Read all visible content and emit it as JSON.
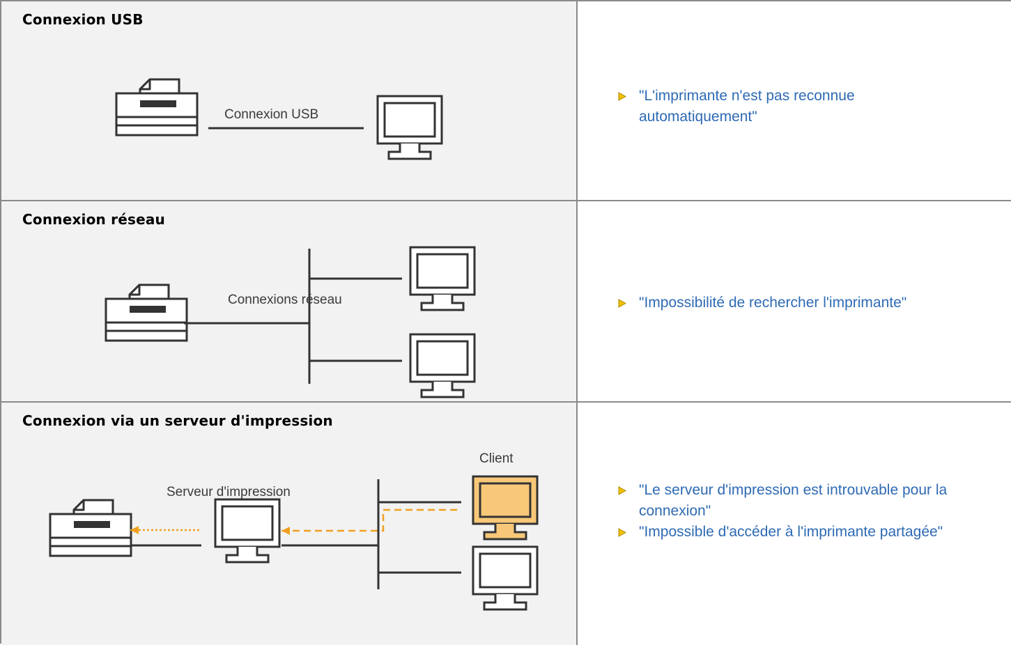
{
  "sections": [
    {
      "heading": "Connexion USB",
      "diagram_label": "Connexion USB",
      "links": [
        "\"L'imprimante n'est pas reconnue automatiquement\""
      ]
    },
    {
      "heading": "Connexion réseau",
      "diagram_label": "Connexions réseau",
      "links": [
        "\"Impossibilité de rechercher l'imprimante\""
      ]
    },
    {
      "heading": "Connexion via un serveur d'impression",
      "diagram_label_server": "Serveur d'impression",
      "diagram_label_client": "Client",
      "links": [
        "\"Le serveur d'impression est introuvable pour la connexion\"",
        "\"Impossible d'accéder à l'imprimante partagée\""
      ]
    }
  ],
  "colors": {
    "link": "#2e6ab4",
    "bullet": "#f2c200",
    "client_highlight": "#f8c878",
    "arrow": "#f0a020",
    "border": "#8a8a8a",
    "cell_background": "#f2f2f2"
  }
}
